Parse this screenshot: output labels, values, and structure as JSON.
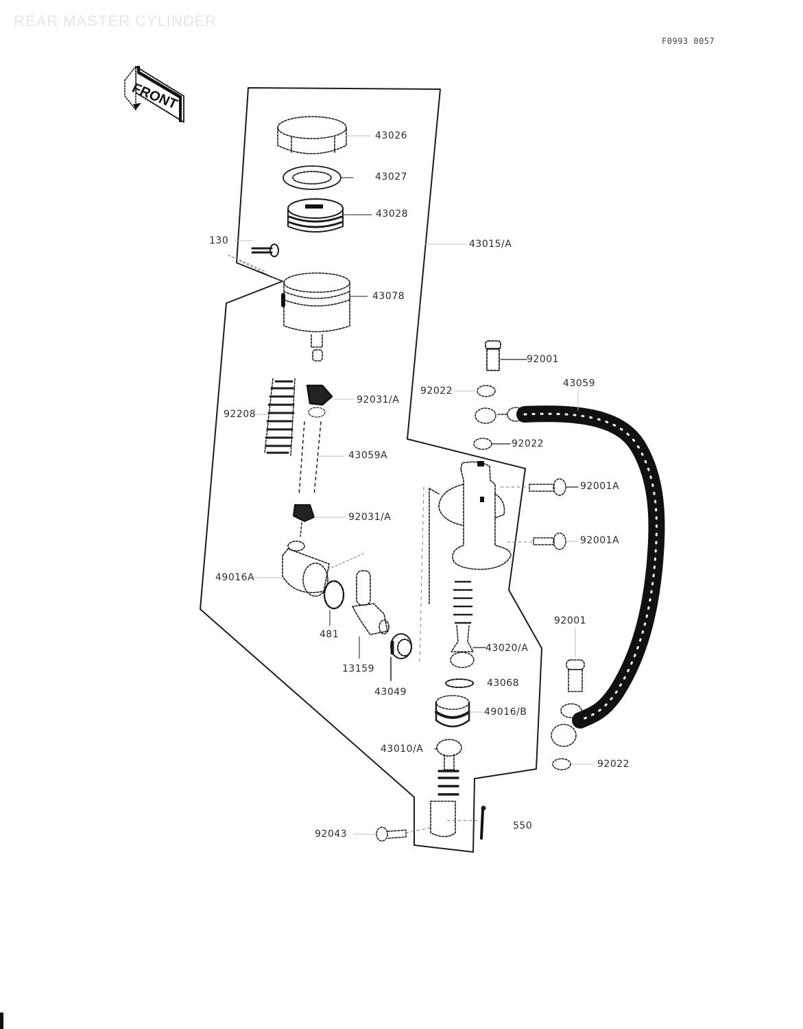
{
  "page": {
    "title": "REAR MASTER CYLINDER",
    "reference_code": "F0993 0057"
  },
  "front_indicator": {
    "label": "FRONT"
  },
  "parts": [
    {
      "id": "p-43026",
      "label": "43026"
    },
    {
      "id": "p-43027",
      "label": "43027"
    },
    {
      "id": "p-43028",
      "label": "43028"
    },
    {
      "id": "p-130",
      "label": "130"
    },
    {
      "id": "p-43015A",
      "label": "43015/A"
    },
    {
      "id": "p-43078",
      "label": "43078"
    },
    {
      "id": "p-92001-top",
      "label": "92001"
    },
    {
      "id": "p-92022-a",
      "label": "92022"
    },
    {
      "id": "p-43059",
      "label": "43059"
    },
    {
      "id": "p-92031A-top",
      "label": "92031/A"
    },
    {
      "id": "p-92208",
      "label": "92208"
    },
    {
      "id": "p-92022-b",
      "label": "92022"
    },
    {
      "id": "p-43059A",
      "label": "43059A"
    },
    {
      "id": "p-92001A-a",
      "label": "92001A"
    },
    {
      "id": "p-92031A-bottom",
      "label": "92031/A"
    },
    {
      "id": "p-92001A-b",
      "label": "92001A"
    },
    {
      "id": "p-49016A",
      "label": "49016A"
    },
    {
      "id": "p-92001-bottom",
      "label": "92001"
    },
    {
      "id": "p-481",
      "label": "481"
    },
    {
      "id": "p-43020A",
      "label": "43020/A"
    },
    {
      "id": "p-13159",
      "label": "13159"
    },
    {
      "id": "p-43068",
      "label": "43068"
    },
    {
      "id": "p-43049",
      "label": "43049"
    },
    {
      "id": "p-49016B",
      "label": "49016/B"
    },
    {
      "id": "p-43010A",
      "label": "43010/A"
    },
    {
      "id": "p-92022-c",
      "label": "92022"
    },
    {
      "id": "p-550",
      "label": "550"
    },
    {
      "id": "p-92043",
      "label": "92043"
    }
  ],
  "colors": {
    "ink": "#1a1a1a",
    "title_ghost": "#e6e6e6",
    "background": "#ffffff"
  }
}
